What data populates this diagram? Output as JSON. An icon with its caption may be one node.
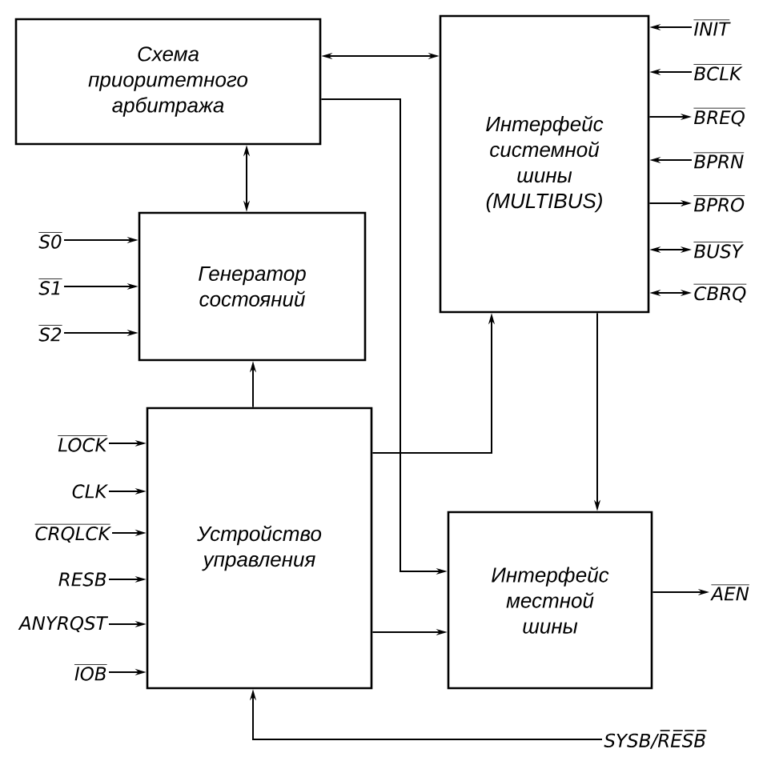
{
  "diagram": {
    "nodes": [
      {
        "text": [
          "Схема приоритетного арбитража"
        ]
      },
      {
        "text": [
          "Интерфейс системной шины (MULTIBUS)"
        ]
      },
      {
        "text": [
          "INIT"
        ]
      },
      {
        "text": [
          "BCLK"
        ]
      },
      {
        "text": [
          "BREQ"
        ]
      },
      {
        "text": [
          "BPRN"
        ]
      },
      {
        "text": [
          "BPRO"
        ]
      },
      {
        "text": [
          "BUSY"
        ]
      },
      {
        "text": [
          "CBRQ"
        ]
      },
      {
        "text": [
          "S0"
        ]
      },
      {
        "text": [
          "S1"
        ]
      },
      {
        "text": [
          "S2"
        ]
      },
      {
        "text": [
          "Генератор состояний"
        ]
      },
      {
        "text": [
          "LOCK"
        ]
      },
      {
        "text": [
          "CLK"
        ]
      },
      {
        "text": [
          "CRQLCK"
        ]
      },
      {
        "text": [
          "RESB"
        ]
      },
      {
        "text": [
          "ANYRQST"
        ]
      },
      {
        "text": [
          "IOB"
        ]
      },
      {
        "text": [
          "Устройство управления"
        ]
      },
      {
        "text": [
          "Интерфейс местной шины"
        ]
      },
      {
        "text": [
          "AEN"
        ]
      },
      {
        "text": [
          "SYSB/R̅E̅S̅B̅"
        ]
      }
    ],
    "edges": [
      {
        "from": 0,
        "to": 1,
        "arrow": "both"
      },
      {
        "from": 0,
        "to": 20,
        "arrow": "to"
      },
      {
        "from": 0,
        "to": 12,
        "arrow": "both"
      },
      {
        "from": 9,
        "to": 12,
        "arrow": "to"
      },
      {
        "from": 10,
        "to": 12,
        "arrow": "to"
      },
      {
        "from": 11,
        "to": 12,
        "arrow": "to"
      },
      {
        "from": 19,
        "to": 12,
        "arrow": "to"
      },
      {
        "from": 19,
        "to": 1,
        "arrow": "to"
      },
      {
        "from": 1,
        "to": 20,
        "arrow": "to"
      },
      {
        "from": 19,
        "to": 20,
        "arrow": "to"
      },
      {
        "from": 13,
        "to": 19,
        "arrow": "to"
      },
      {
        "from": 14,
        "to": 19,
        "arrow": "to"
      },
      {
        "from": 15,
        "to": 19,
        "arrow": "to"
      },
      {
        "from": 16,
        "to": 19,
        "arrow": "to"
      },
      {
        "from": 17,
        "to": 19,
        "arrow": "to"
      },
      {
        "from": 18,
        "to": 19,
        "arrow": "to"
      },
      {
        "from": 2,
        "to": 1,
        "arrow": "to"
      },
      {
        "from": 3,
        "to": 1,
        "arrow": "to"
      },
      {
        "from": 1,
        "to": 4,
        "arrow": "to"
      },
      {
        "from": 5,
        "to": 1,
        "arrow": "to"
      },
      {
        "from": 1,
        "to": 6,
        "arrow": "to"
      },
      {
        "from": 1,
        "to": 7,
        "arrow": "both"
      },
      {
        "from": 1,
        "to": 8,
        "arrow": "both"
      },
      {
        "from": 20,
        "to": 21,
        "arrow": "to"
      },
      {
        "from": 22,
        "to": 19,
        "arrow": "to"
      }
    ]
  }
}
